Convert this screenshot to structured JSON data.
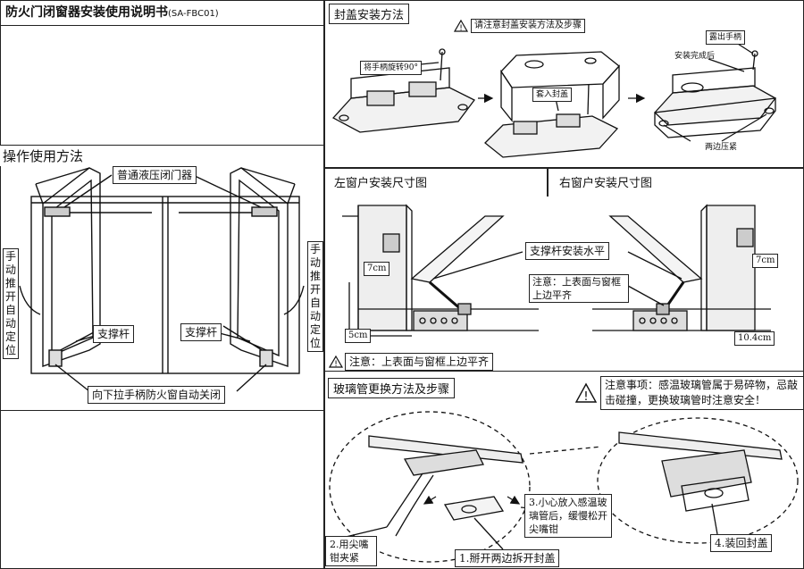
{
  "doc": {
    "title": "防火门闭窗器安装使用说明书",
    "model": "(SA-FBC01)"
  },
  "operation": {
    "heading": "操作使用方法",
    "closer_label": "普通液压闭门器",
    "left_vertical": "手动推开自动定位",
    "right_vertical": "手动推开自动定位",
    "left_stay": "支撑杆",
    "right_stay": "支撑杆",
    "bottom_label": "向下拉手柄防火窗自动关闭"
  },
  "cover": {
    "heading": "封盖安装方法",
    "warning": "请注意封盖安装方法及步骤",
    "rotate": "将手柄旋转90°",
    "insert": "套入封盖",
    "expose": "露出手柄",
    "done": "安装完成后",
    "press": "两边压紧"
  },
  "windows": {
    "left_heading": "左窗户安装尺寸图",
    "right_heading": "右窗户安装尺寸图",
    "level": "支撑杆安装水平",
    "note_right": "注意：上表面与窗框上边平齐",
    "note_bottom": "注意：上表面与窗框上边平齐",
    "dim_7_left": "7cm",
    "dim_5": "5cm",
    "dim_7_right": "7cm",
    "dim_104": "10.4cm"
  },
  "glass": {
    "heading": "玻璃管更换方法及步骤",
    "notice": "注意事项：感温玻璃管属于易碎物，忌敲击碰撞，更换玻璃管时注意安全！",
    "step1": "1.掰开两边拆开封盖",
    "step2": "2.用尖嘴钳夹紧",
    "step3": "3.小心放入感温玻璃管后，缓慢松开尖嘴钳",
    "step4": "4.装回封盖"
  }
}
